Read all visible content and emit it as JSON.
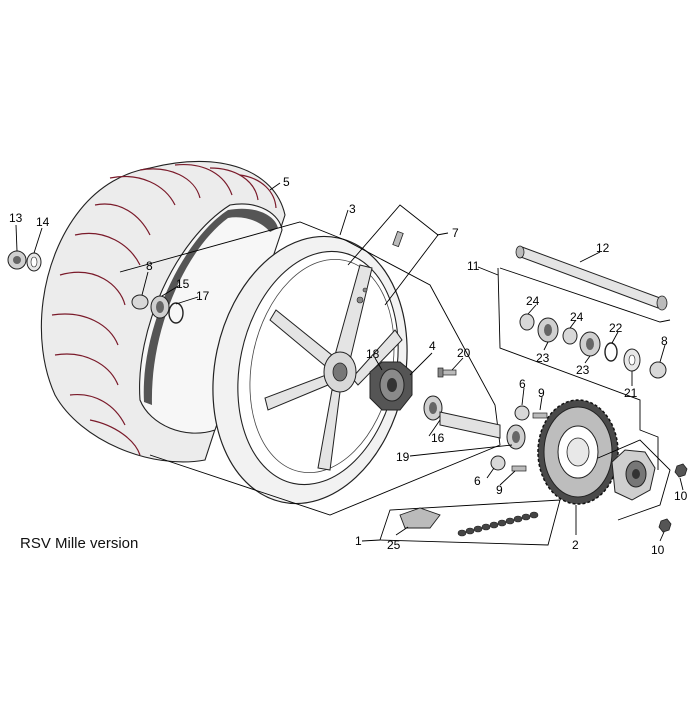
{
  "caption": "RSV Mille version",
  "callouts": [
    "1",
    "2",
    "3",
    "4",
    "5",
    "6",
    "6",
    "7",
    "8",
    "8",
    "9",
    "9",
    "10",
    "10",
    "11",
    "12",
    "13",
    "14",
    "15",
    "16",
    "17",
    "18",
    "19",
    "20",
    "21",
    "22",
    "23",
    "23",
    "24",
    "24",
    "25"
  ],
  "colors": {
    "line": "#000000",
    "part_fill": "#e6e6e6",
    "part_dark": "#6f6f6f",
    "tread": "#7a1a2a"
  }
}
